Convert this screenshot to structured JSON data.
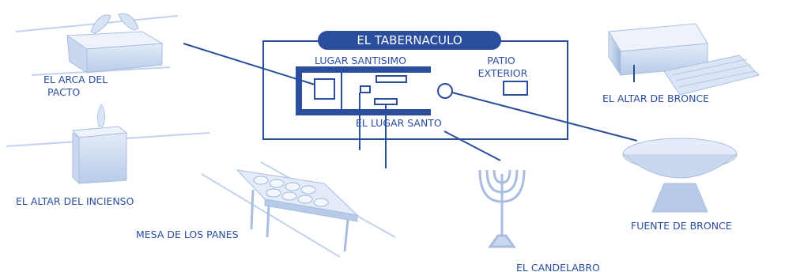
{
  "title": "EL TABERNACULO",
  "rooms": {
    "most_holy": "LUGAR SANTISIMO",
    "holy": "EL LUGAR SANTO",
    "court_line1": "PATIO",
    "court_line2": "EXTERIOR"
  },
  "items": {
    "ark_line1": "EL ARCA DEL",
    "ark_line2": "PACTO",
    "incense_altar": "EL ALTAR DEL INCIENSO",
    "bread_table": "MESA DE LOS PANES",
    "candelabra": "EL CANDELABRO",
    "bronze_altar": "EL ALTAR DE BRONCE",
    "laver": "FUENTE DE BRONCE"
  },
  "colors": {
    "accent": "#2a4d9e",
    "pale": "#c9d8ee",
    "light": "#e6eef8"
  }
}
